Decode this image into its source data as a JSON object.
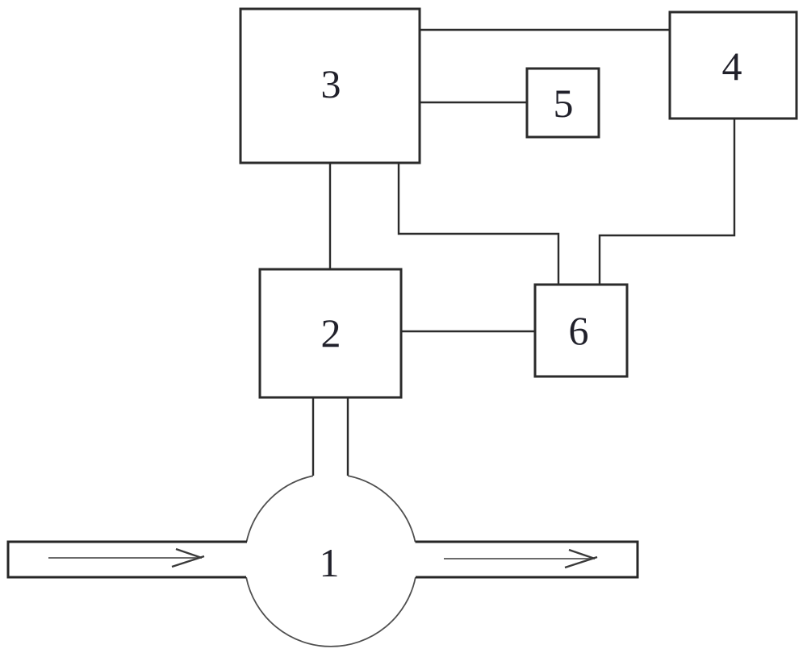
{
  "diagram": {
    "title": "numbered block diagram with flow pipe",
    "background_color": "#ffffff",
    "line_color": "#2b2b2b",
    "label_color": "#21212b",
    "blocks": [
      {
        "id": "block-1",
        "label": "1",
        "shape": "circle"
      },
      {
        "id": "block-2",
        "label": "2",
        "shape": "rect"
      },
      {
        "id": "block-3",
        "label": "3",
        "shape": "rect"
      },
      {
        "id": "block-4",
        "label": "4",
        "shape": "rect"
      },
      {
        "id": "block-5",
        "label": "5",
        "shape": "rect"
      },
      {
        "id": "block-6",
        "label": "6",
        "shape": "rect"
      }
    ],
    "connections": [
      {
        "from": "3",
        "to": "4"
      },
      {
        "from": "3",
        "to": "5"
      },
      {
        "from": "3",
        "to": "2"
      },
      {
        "from": "3",
        "to": "6"
      },
      {
        "from": "4",
        "to": "6"
      },
      {
        "from": "2",
        "to": "6"
      },
      {
        "from": "2",
        "to": "1"
      }
    ],
    "flow_arrows": [
      {
        "id": "inlet",
        "direction": "right"
      },
      {
        "id": "outlet",
        "direction": "right"
      }
    ]
  }
}
